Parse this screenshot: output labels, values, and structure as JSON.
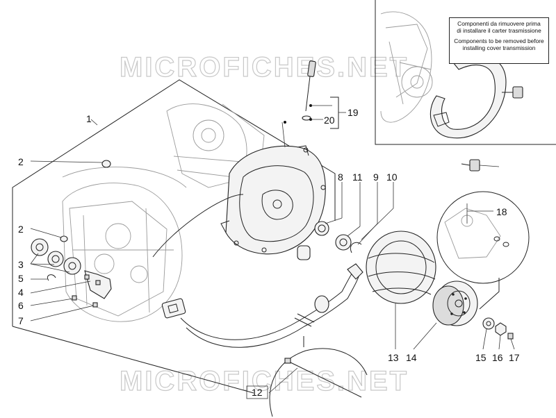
{
  "watermark": "MICROFICHES.NET",
  "note": {
    "it_line1": "Componenti da rimuovere prima",
    "it_line2": "di installare il carter trasmissione",
    "en_line1": "Components to be removed before",
    "en_line2": "installing cover transmission"
  },
  "callouts": {
    "c1": "1",
    "c2a": "2",
    "c2b": "2",
    "c3": "3",
    "c4": "4",
    "c5": "5",
    "c6": "6",
    "c7": "7",
    "c8": "8",
    "c9": "9",
    "c10": "10",
    "c11": "11",
    "c12": "12",
    "c13": "13",
    "c14": "14",
    "c15": "15",
    "c16": "16",
    "c17": "17",
    "c18": "18",
    "c19": "19",
    "c20": "20"
  }
}
